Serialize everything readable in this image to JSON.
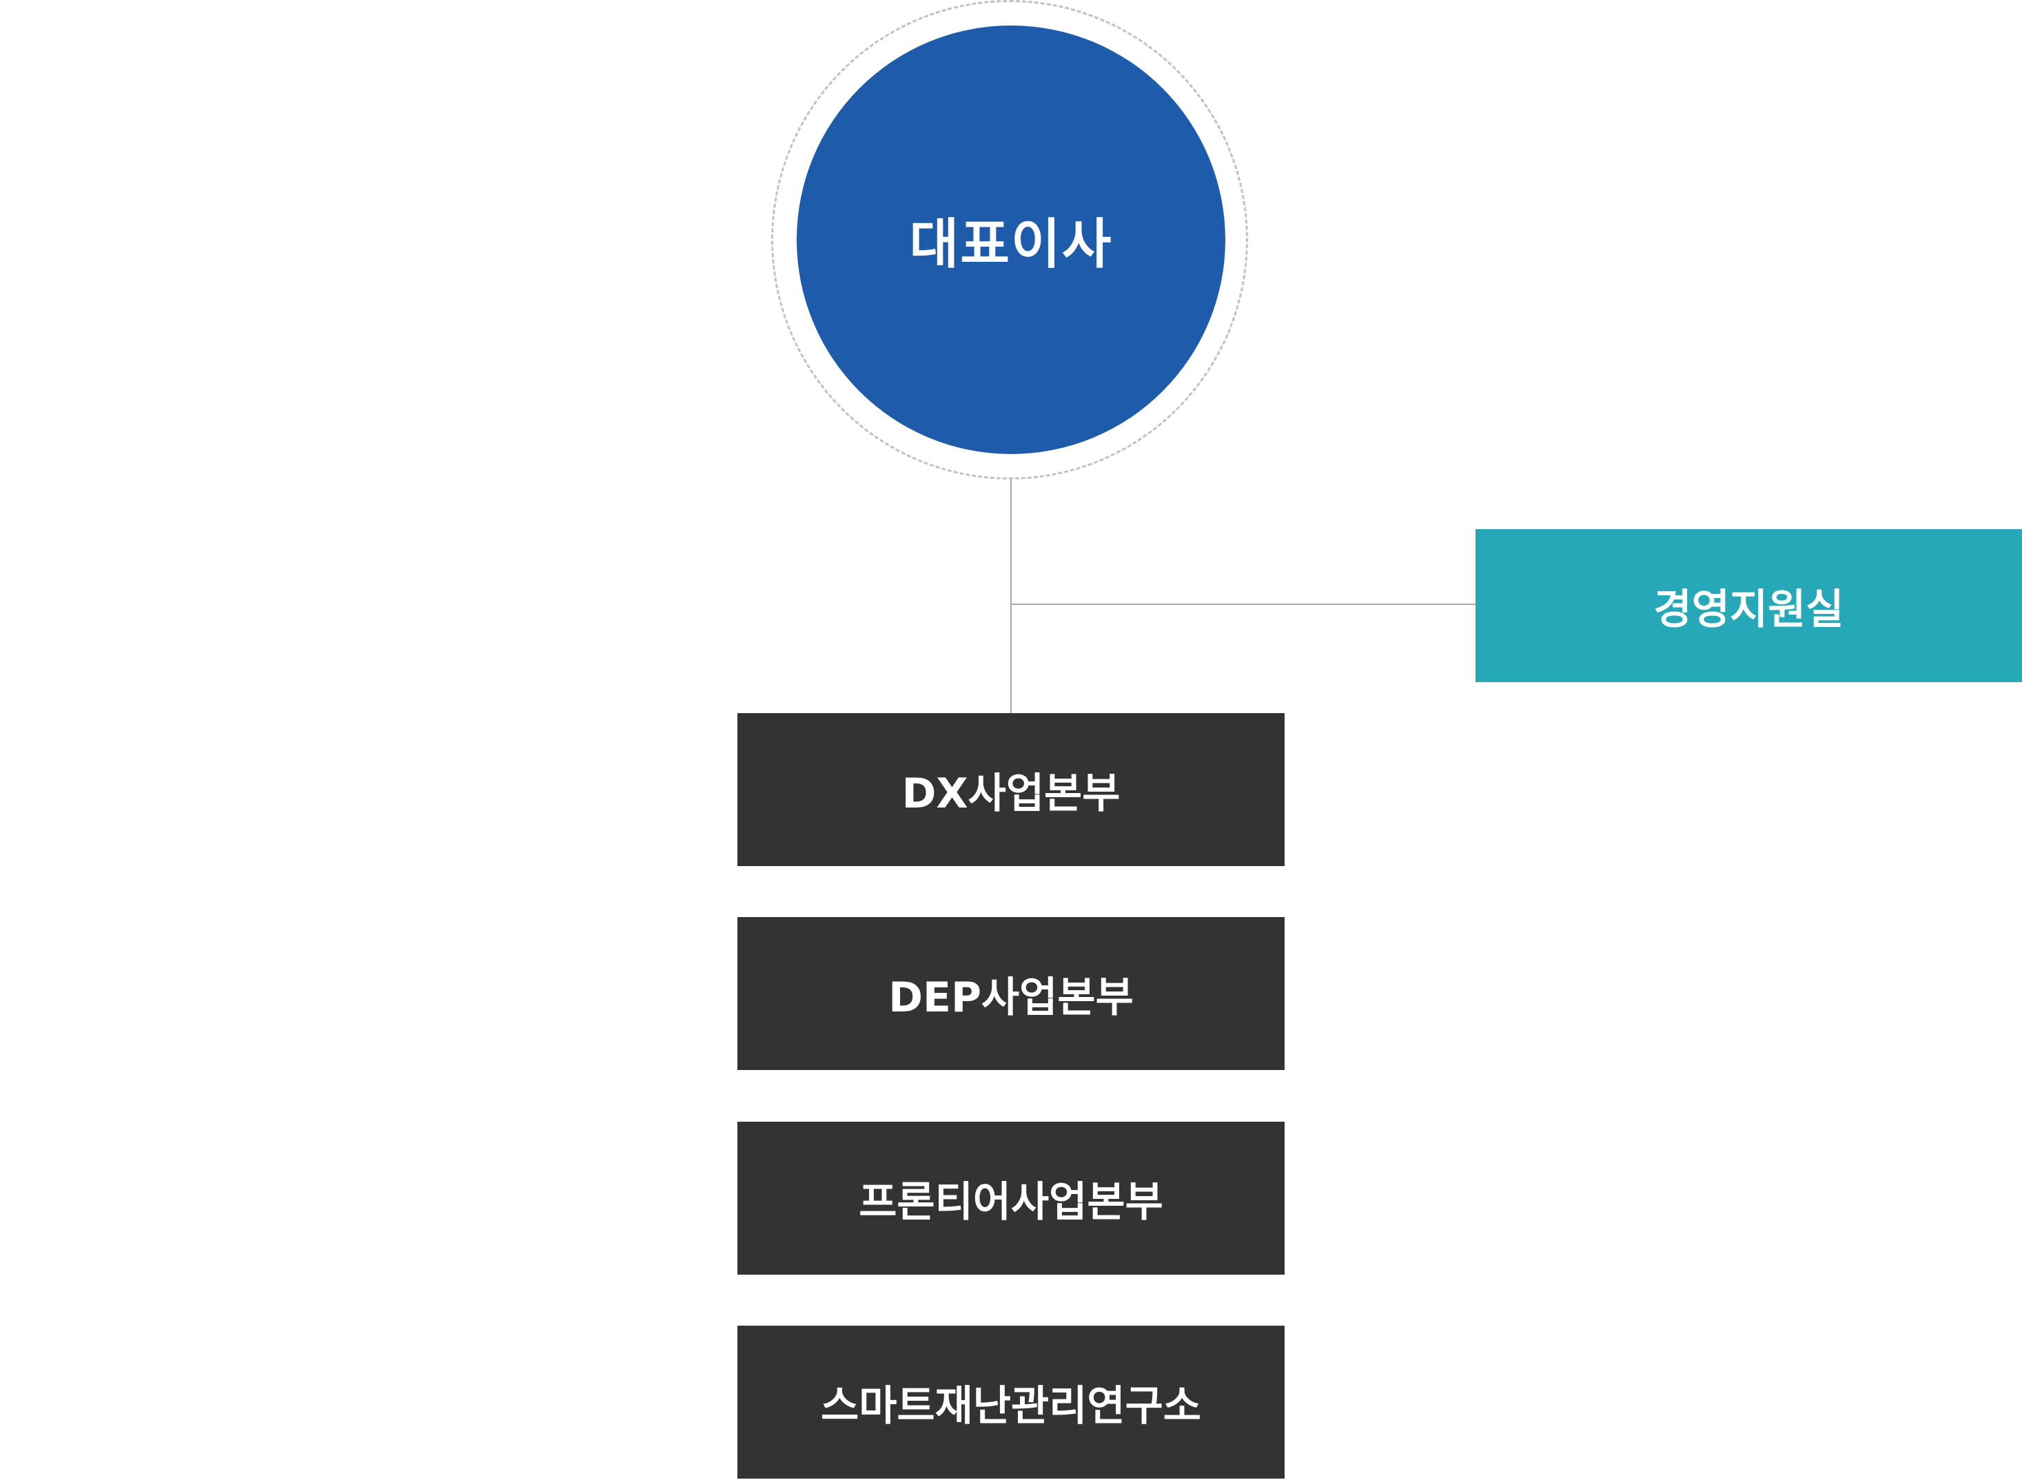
{
  "ceo": {
    "label": "대표이사"
  },
  "support": {
    "label": "경영지원실"
  },
  "divisions": [
    {
      "label": "DX사업본부"
    },
    {
      "label": "DEP사업본부"
    },
    {
      "label": "프론티어사업본부"
    },
    {
      "label": "스마트재난관리연구소"
    }
  ],
  "colors": {
    "ceo": "#1e5baa",
    "support": "#26a8b8",
    "division": "#333333",
    "connector": "#a9a9a9"
  }
}
